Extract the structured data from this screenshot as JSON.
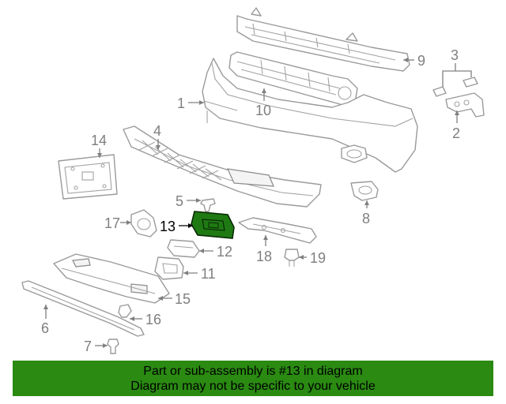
{
  "diagram": {
    "callouts": {
      "c1": "1",
      "c2": "2",
      "c3": "3",
      "c4": "4",
      "c5": "5",
      "c6": "6",
      "c7": "7",
      "c8": "8",
      "c9": "9",
      "c10": "10",
      "c11": "11",
      "c12": "12",
      "c13": "13",
      "c14": "14",
      "c15": "15",
      "c16": "16",
      "c17": "17",
      "c18": "18",
      "c19": "19"
    },
    "highlighted_part": "13",
    "colors": {
      "highlight_fill": "#1f7a14",
      "banner_bg": "#2a8a12",
      "line": "#9a9a9a"
    }
  },
  "banner": {
    "line1": "Part or sub-assembly is #13 in diagram",
    "line2": "Diagram may not be specific to your vehicle"
  }
}
